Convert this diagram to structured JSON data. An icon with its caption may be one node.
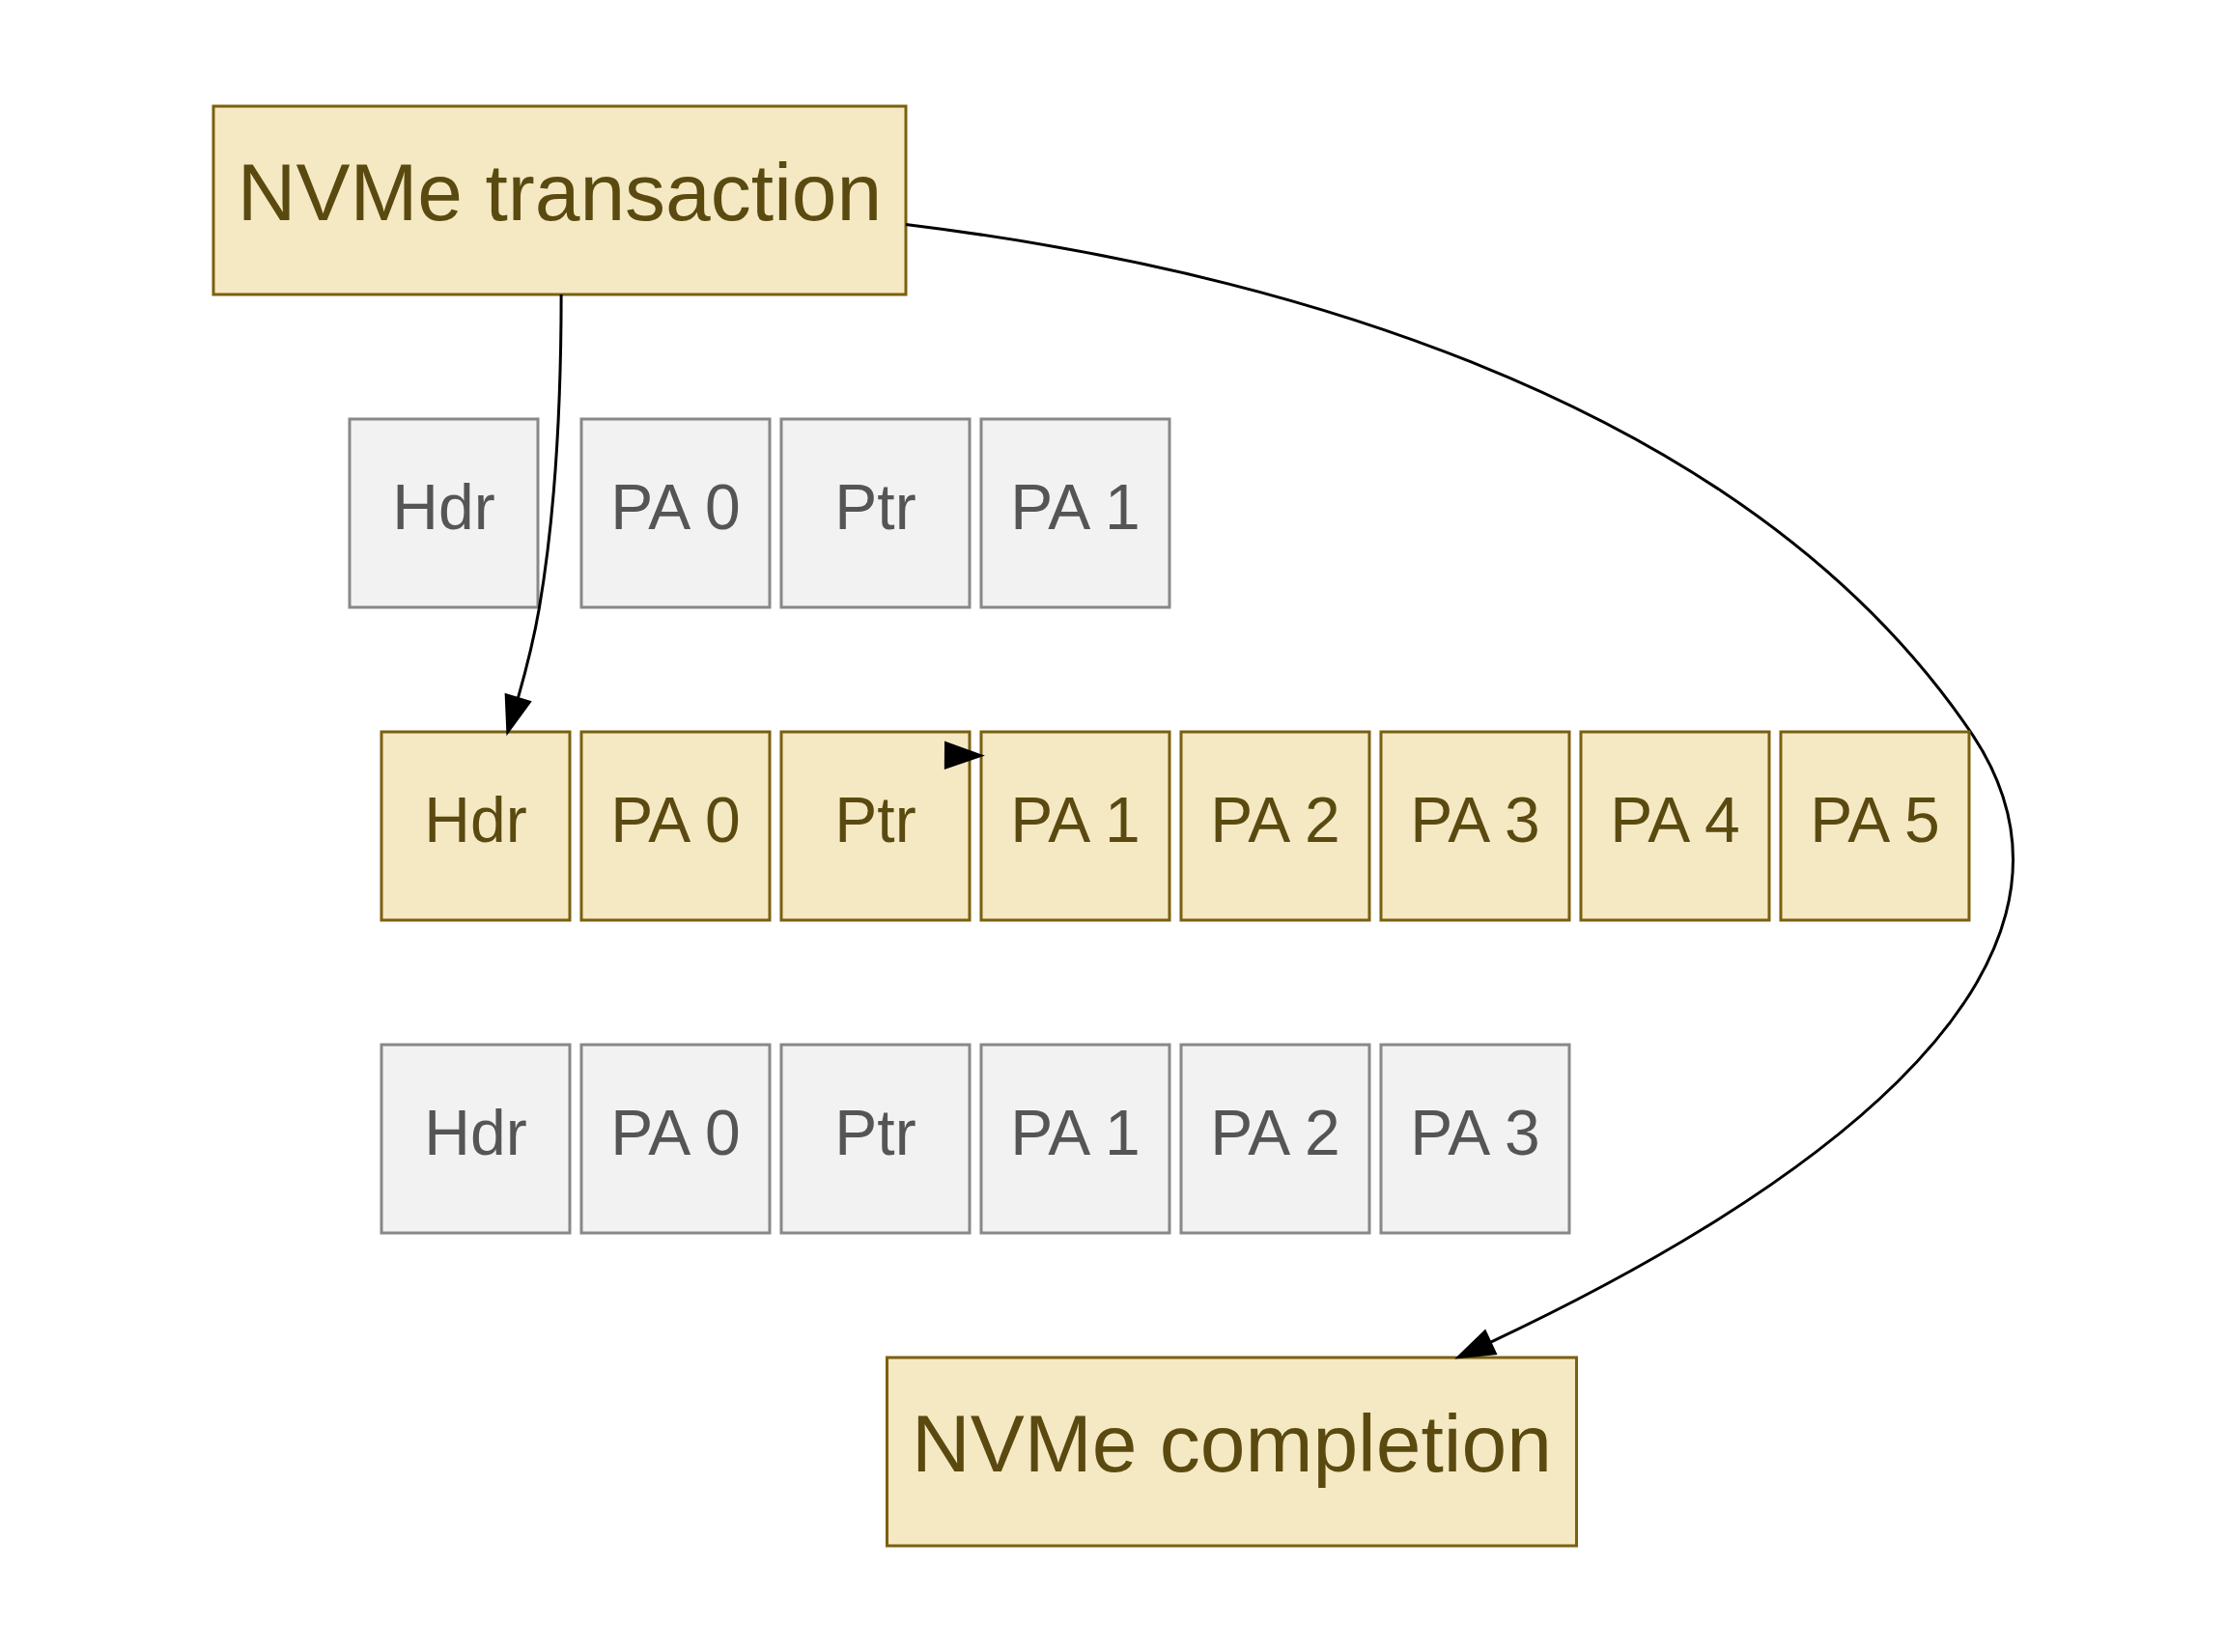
{
  "diagram": {
    "nodes": [
      {
        "text": [
          "NVMe transaction"
        ]
      },
      {
        "text": [
          "Hdr"
        ]
      },
      {
        "text": [
          "PA 0"
        ]
      },
      {
        "text": [
          "Ptr"
        ]
      },
      {
        "text": [
          "PA 1"
        ]
      },
      {
        "text": [
          "Hdr"
        ]
      },
      {
        "text": [
          "PA 0"
        ]
      },
      {
        "text": [
          "Ptr"
        ]
      },
      {
        "text": [
          "PA 1"
        ]
      },
      {
        "text": [
          "PA 2"
        ]
      },
      {
        "text": [
          "PA 3"
        ]
      },
      {
        "text": [
          "PA 4"
        ]
      },
      {
        "text": [
          "PA 5"
        ]
      },
      {
        "text": [
          "Hdr"
        ]
      },
      {
        "text": [
          "PA 0"
        ]
      },
      {
        "text": [
          "Ptr"
        ]
      },
      {
        "text": [
          "PA 1"
        ]
      },
      {
        "text": [
          "PA 2"
        ]
      },
      {
        "text": [
          "PA 3"
        ]
      },
      {
        "text": [
          "NVMe completion"
        ]
      }
    ],
    "edges": [
      {
        "from": 0,
        "to": 19,
        "arrow": "to"
      },
      {
        "from": 0,
        "to": 5,
        "arrow": "to"
      },
      {
        "from": 7,
        "to": 8,
        "arrow": "to"
      }
    ]
  }
}
